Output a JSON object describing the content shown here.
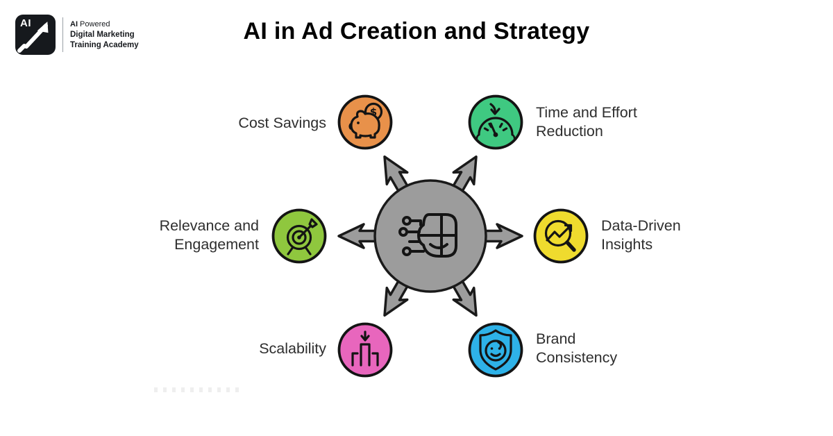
{
  "header": {
    "title": "AI in Ad Creation and Strategy",
    "logo": {
      "mark_text": "AI",
      "mark_icon": "growth-arrow-icon",
      "line1_bold": "AI",
      "line1_rest": " Powered",
      "line2": "Digital Marketing",
      "line3": "Training Academy"
    }
  },
  "diagram": {
    "hub": {
      "icon": "ai-head-circuit-icon",
      "color": "#9C9C9C",
      "outline": "#1a1a1a",
      "arrow_directions": [
        "right",
        "down-right",
        "down-left",
        "left",
        "up-left",
        "up-right"
      ]
    },
    "glyphs": {
      "dollar": "$"
    },
    "nodes": [
      {
        "id": "cost-savings",
        "label_lines": [
          "Cost Savings"
        ],
        "icon": "piggy-bank-dollar-icon",
        "color": "#E8914A",
        "position": "top-left"
      },
      {
        "id": "time-effort-reduction",
        "label_lines": [
          "Time and Effort",
          "Reduction"
        ],
        "icon": "speedometer-decrease-icon",
        "color": "#3FC981",
        "position": "top-right"
      },
      {
        "id": "relevance-engagement",
        "label_lines": [
          "Relevance and",
          "Engagement"
        ],
        "icon": "target-dart-icon",
        "color": "#8FC73E",
        "position": "mid-left"
      },
      {
        "id": "data-driven-insights",
        "label_lines": [
          "Data-Driven",
          "Insights"
        ],
        "icon": "magnifier-trend-arrow-icon",
        "color": "#EFDB2E",
        "position": "mid-right"
      },
      {
        "id": "scalability",
        "label_lines": [
          "Scalability"
        ],
        "icon": "growth-bars-arrow-icon",
        "color": "#E866BD",
        "position": "bottom-left"
      },
      {
        "id": "brand-consistency",
        "label_lines": [
          "Brand",
          "Consistency"
        ],
        "icon": "shield-smiley-icon",
        "color": "#2EB2E8",
        "position": "bottom-right"
      }
    ]
  }
}
